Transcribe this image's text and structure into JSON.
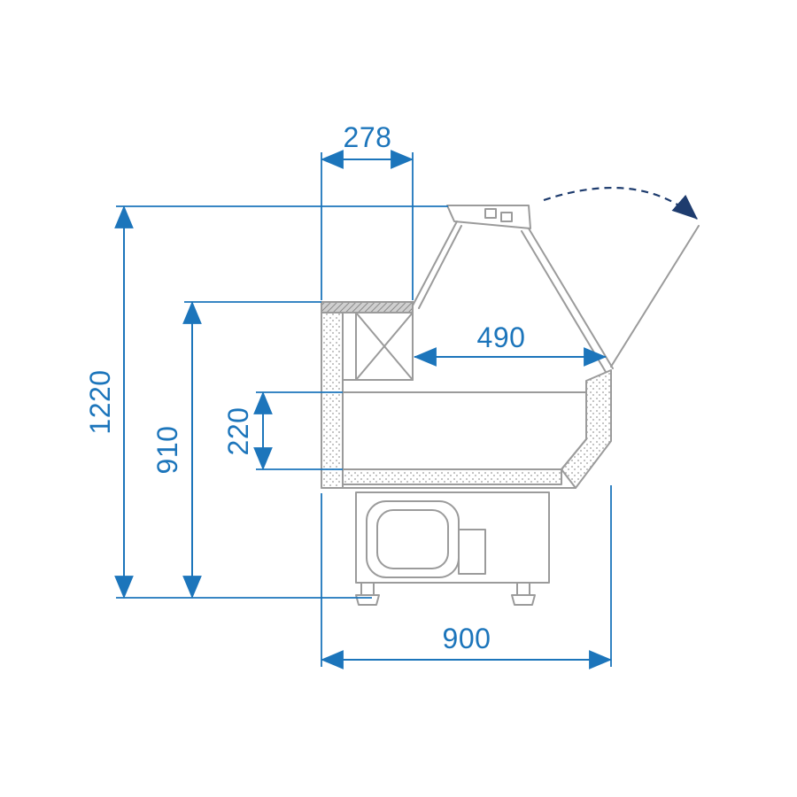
{
  "diagram": {
    "type": "technical-drawing",
    "labels": {
      "d278": "278",
      "d1220": "1220",
      "d910": "910",
      "d220": "220",
      "d490": "490",
      "d900": "900"
    },
    "colors": {
      "dimension_blue": "#1c75bb",
      "drawing_gray": "#9b9b9b",
      "swing_arc_navy": "#1e3c6e",
      "background": "#ffffff"
    }
  }
}
